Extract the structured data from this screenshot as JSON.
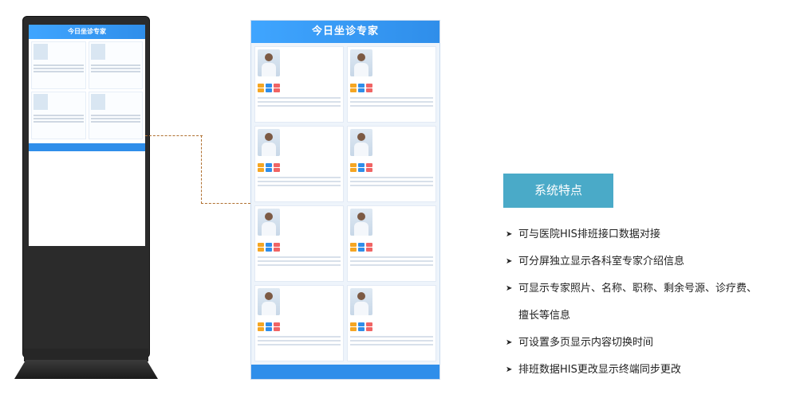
{
  "screen_title": "今日坐诊专家",
  "features": {
    "title": "系统特点",
    "items": [
      "可与医院HIS排班接口数据对接",
      "可分屏独立显示各科室专家介绍信息",
      "可显示专家照片、名称、职称、剩余号源、诊疗费、",
      "擅长等信息",
      "可设置多页显示内容切换时间",
      "排班数据HIS更改显示终端同步更改"
    ]
  },
  "colors": {
    "accent": "#2f8eea",
    "feature_title_bg": "#4aaac8",
    "orange": "#f5a623",
    "red": "#f06464"
  }
}
